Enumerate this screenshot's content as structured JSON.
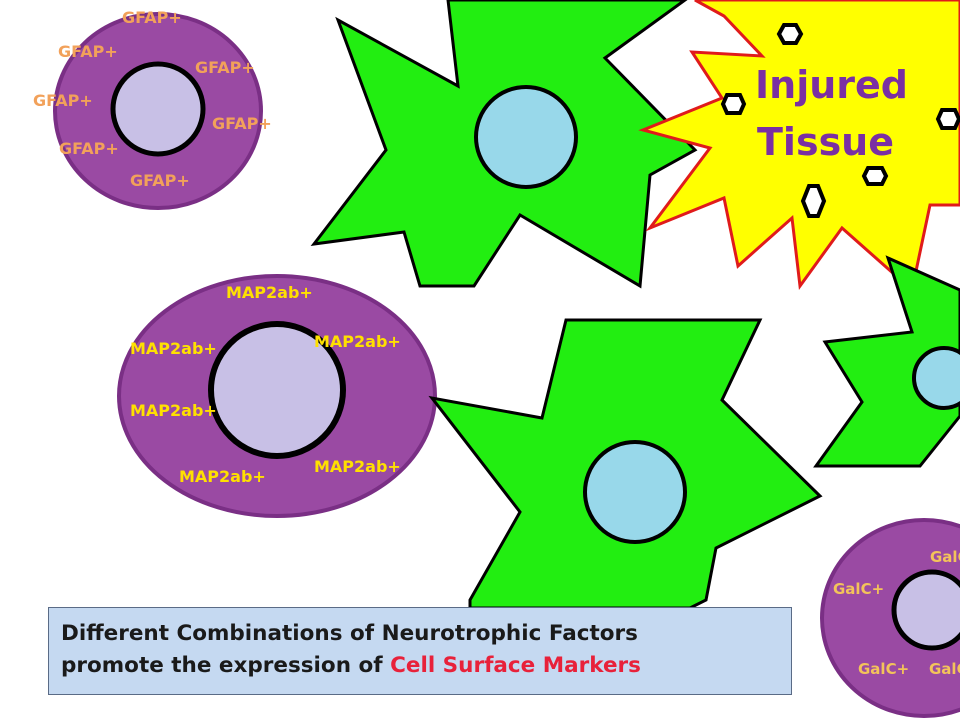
{
  "injured_tissue": {
    "line1": "Injured",
    "line2": "Tissue",
    "colors": {
      "fill": "#ffff00",
      "stroke": "#e01b1b",
      "text": "#7a2fa3"
    }
  },
  "astrocyte_labels": [
    "GFAP+",
    "GFAP+",
    "GFAP+",
    "GFAP+",
    "GFAP+",
    "GFAP+",
    "GFAP+"
  ],
  "neuron_labels": [
    "MAP2ab+",
    "MAP2ab+",
    "MAP2ab+",
    "MAP2ab+",
    "MAP2ab+",
    "MAP2ab+"
  ],
  "oligo_labels": [
    "GalC+",
    "GalC+",
    "GalC+",
    "GalC+"
  ],
  "caption": {
    "line1": "Different Combinations of Neurotrophic Factors",
    "line2_prefix": "promote the expression of ",
    "line2_highlight": "Cell Surface Markers"
  },
  "colors": {
    "cell_body": "#9a4aa3",
    "nucleus": "#c8c0e6",
    "stem_cell": "#22ee11",
    "stem_nucleus": "#98d8ea",
    "highlight": "#e8213a"
  }
}
